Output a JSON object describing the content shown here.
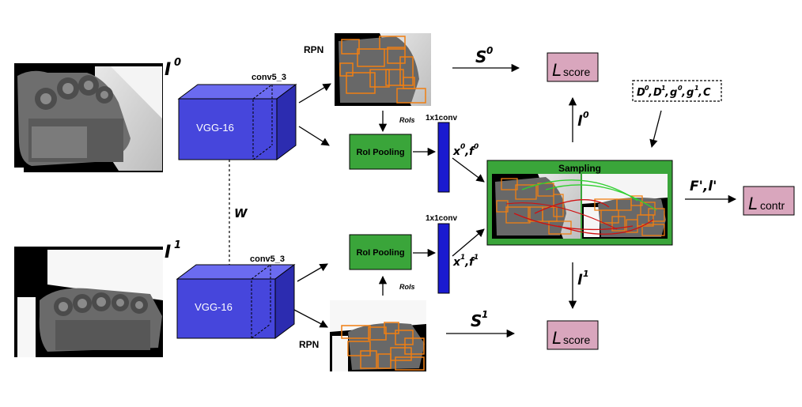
{
  "inputs": {
    "image0_label": {
      "base": "I",
      "sup": "0"
    },
    "image1_label": {
      "base": "I",
      "sup": "1"
    }
  },
  "backbone": {
    "top_label": "VGG-16",
    "bottom_label": "VGG-16",
    "top_layer": "conv5_3",
    "bottom_layer": "conv5_3",
    "shared_weights_label": "W",
    "color": "#3f3fd8"
  },
  "rpn": {
    "top_label": "RPN",
    "bottom_label": "RPN",
    "rois_top": "RoIs",
    "rois_bottom": "RoIs"
  },
  "roi_pooling": {
    "top_label": "RoI Pooling",
    "bottom_label": "RoI Pooling",
    "color": "#3aa53a"
  },
  "conv1x1": {
    "top_label": "1x1conv",
    "bottom_label": "1x1conv",
    "color": "#1a1ad0"
  },
  "features": {
    "top": {
      "x": "x",
      "x_sup": "0",
      "f": "f",
      "f_sup": "0"
    },
    "bottom": {
      "x": "x",
      "x_sup": "1",
      "f": "f",
      "f_sup": "1"
    }
  },
  "sampling": {
    "title": "Sampling",
    "color": "#3aa53a"
  },
  "scores": {
    "top": {
      "base": "S",
      "sup": "0"
    },
    "bottom": {
      "base": "S",
      "sup": "1"
    }
  },
  "loss": {
    "score_top": {
      "base": "L",
      "sub": "score"
    },
    "score_bottom": {
      "base": "L",
      "sub": "score"
    },
    "contr": {
      "base": "L",
      "sub": "contr"
    },
    "color": "#d9a6bd"
  },
  "labels_flow": {
    "l0": {
      "base": "l",
      "sup": "0"
    },
    "l1": {
      "base": "l",
      "sup": "1"
    },
    "fprime_lprime": "F',l'"
  },
  "aux_input": {
    "parts": [
      {
        "base": "D",
        "sup": "0"
      },
      {
        "base": "D",
        "sup": "1"
      },
      {
        "base": "g",
        "sup": "0"
      },
      {
        "base": "g",
        "sup": "1"
      },
      {
        "base": "C",
        "sup": ""
      }
    ],
    "separator": ","
  },
  "proposal_box_color": "#f07f12"
}
